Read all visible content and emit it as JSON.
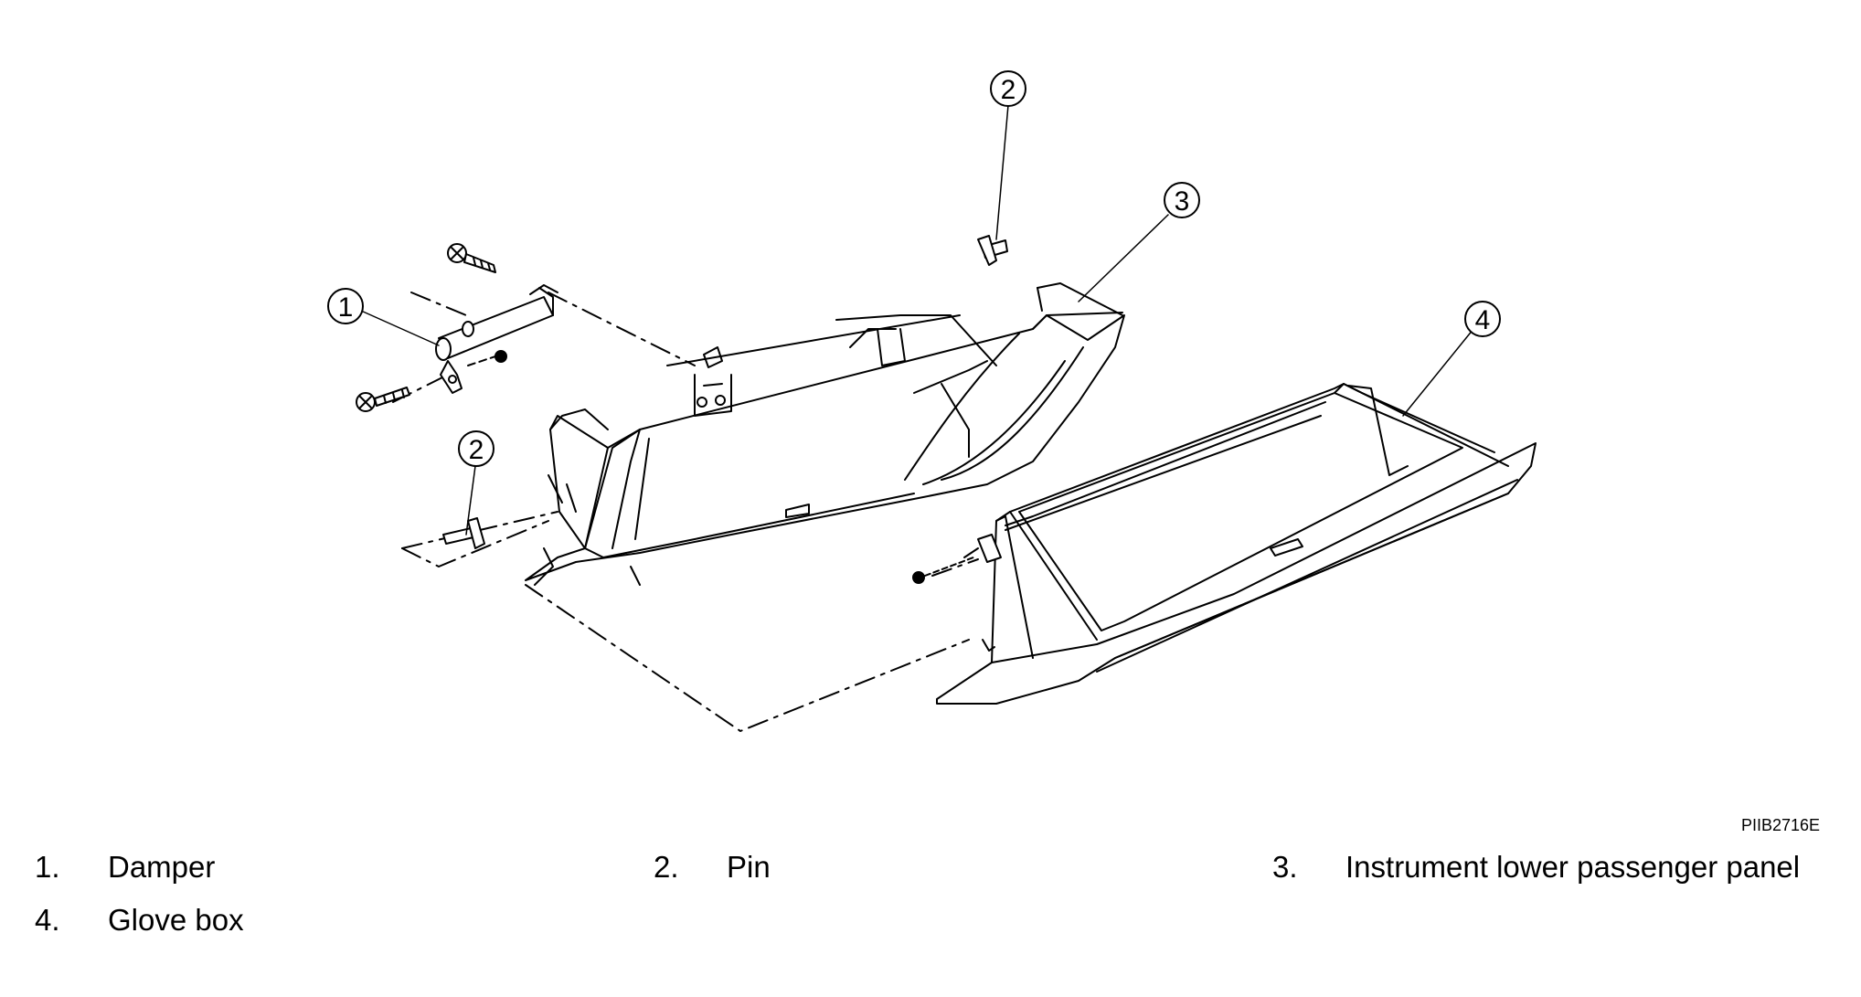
{
  "figure_code": "PIIB2716E",
  "callouts": [
    {
      "num": "1",
      "label": "Damper"
    },
    {
      "num": "2",
      "label": "Pin"
    },
    {
      "num": "3",
      "label": "Instrument lower passenger panel"
    },
    {
      "num": "4",
      "label": "Glove box"
    }
  ],
  "colors": {
    "line": "#000000",
    "background": "#ffffff"
  }
}
